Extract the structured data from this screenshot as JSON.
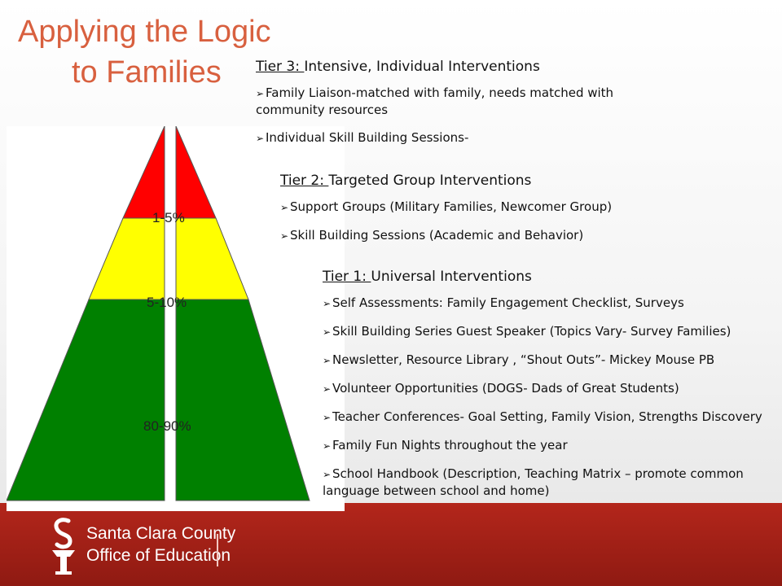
{
  "title": {
    "line1": "Applying the Logic",
    "line2": "to Families"
  },
  "pyramid": {
    "colors": {
      "top": "#ff0000",
      "middle": "#ffff00",
      "bottom": "#008000"
    },
    "labels": {
      "top": "1-5%",
      "middle": "5-10%",
      "bottom": "80-90%"
    }
  },
  "tier3": {
    "prefix": "Tier 3: ",
    "heading": "Intensive, Individual Interventions",
    "items": [
      "Family Liaison-matched with family, needs matched with community resources",
      "Individual Skill Building Sessions-"
    ]
  },
  "tier2": {
    "prefix": "Tier 2: ",
    "heading": "Targeted Group Interventions",
    "items": [
      "Support Groups (Military Families, Newcomer Group)",
      "Skill Building Sessions (Academic and Behavior)"
    ]
  },
  "tier1": {
    "prefix": "Tier 1: ",
    "heading": "Universal Interventions",
    "items": [
      "Self Assessments: Family Engagement Checklist, Surveys",
      "Skill Building Series Guest Speaker (Topics Vary- Survey Families)",
      "Newsletter, Resource Library , “Shout Outs”- Mickey Mouse PB",
      "Volunteer Opportunities (DOGS- Dads of Great Students)",
      "Teacher Conferences- Goal Setting, Family Vision, Strengths Discovery",
      "Family Fun Nights throughout the year",
      "School Handbook (Description, Teaching Matrix – promote common language between school and home)"
    ]
  },
  "footer": {
    "org_line1": "Santa Clara County",
    "org_line2": "Office of Education",
    "brand_color": "#a82218"
  }
}
